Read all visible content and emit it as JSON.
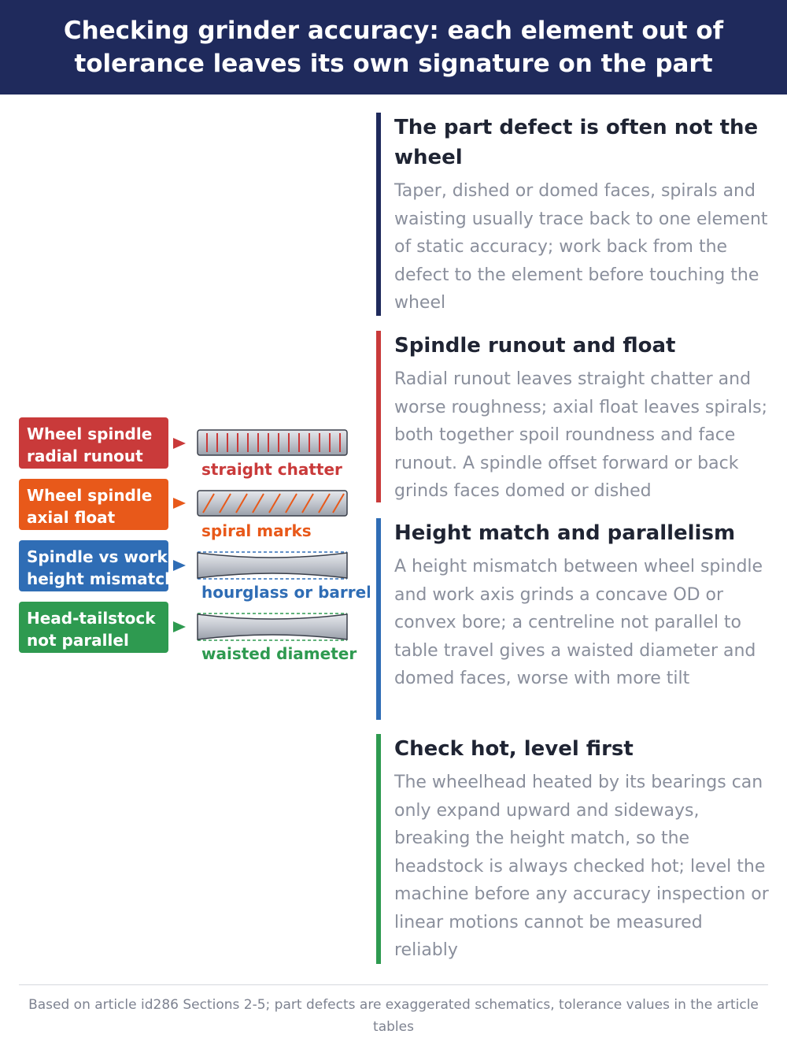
{
  "title": "Checking grinder accuracy: each element out of\ntolerance leaves its own signature on the part",
  "tags": [
    {
      "line1": "Wheel spindle",
      "line2": "radial runout",
      "defect": "straight chatter",
      "color": "#c93a3a",
      "marks": "straight-chatter-lines"
    },
    {
      "line1": "Wheel spindle",
      "line2": "axial float",
      "defect": "spiral marks",
      "color": "#e8591a",
      "marks": "spiral-lines"
    },
    {
      "line1": "Spindle vs work",
      "line2": "height mismatch",
      "defect": "hourglass or barrel",
      "color": "#2f6db5",
      "marks": "hourglass-profile"
    },
    {
      "line1": "Head-tailstock",
      "line2": "not parallel",
      "defect": "waisted diameter",
      "color": "#2e9a50",
      "marks": "waisted-profile"
    }
  ],
  "sections": [
    {
      "title": "The part defect is often not the wheel",
      "body": "Taper, dished or domed faces, spirals and waisting usually trace back to one element of static accuracy; work back from the defect to the element before touching the wheel",
      "color": "#1f2a5c"
    },
    {
      "title": "Spindle runout and float",
      "body": "Radial runout leaves straight chatter and worse roughness; axial float leaves spirals; both together spoil roundness and face runout. A spindle offset forward or back grinds faces domed or dished",
      "color": "#c93a3a"
    },
    {
      "title": "Height match and parallelism",
      "body": "A height mismatch between wheel spindle and work axis grinds a concave OD or convex bore; a centreline not parallel to table travel gives a waisted diameter and domed faces, worse with more tilt",
      "color": "#2f6db5"
    },
    {
      "title": "Check hot, level first",
      "body": "The wheelhead heated by its bearings can only expand upward and sideways, breaking the height match, so the headstock is always checked hot; level the machine before any accuracy inspection or linear motions cannot be measured reliably",
      "color": "#2e9a50"
    }
  ],
  "footer": "Based on article id286 Sections 2-5; part defects are exaggerated schematics, tolerance values in the article tables"
}
